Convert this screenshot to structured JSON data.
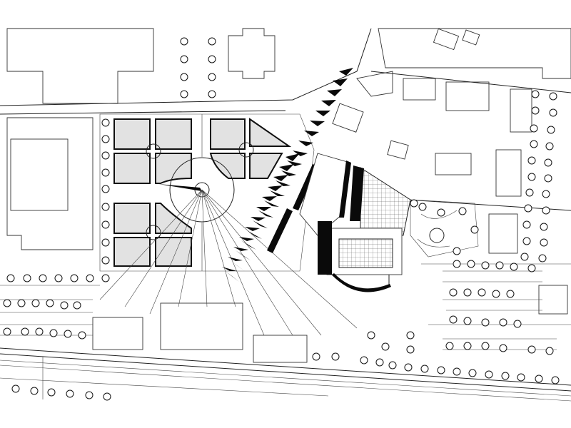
{
  "drawing": {
    "type": "site-plan",
    "colors": {
      "ink": "#0a0a0a",
      "paper": "#ffffff",
      "bed_fill": "#e2e2e2",
      "line": "#222222"
    },
    "elements": [
      "tree-rows",
      "formal-garden",
      "triangular-tree-allee",
      "main-building",
      "courtyard-garden",
      "parking-lots",
      "railway-tracks",
      "surrounding-buildings"
    ]
  }
}
